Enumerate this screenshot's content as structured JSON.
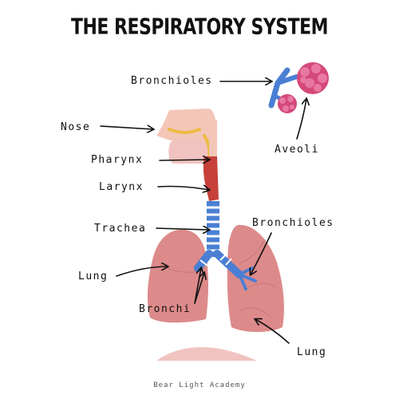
{
  "title": "THE RESPIRATORY SYSTEM",
  "labels": {
    "bronchioles_top": "Bronchioles",
    "aveoli": "Aveoli",
    "nose": "Nose",
    "pharynx": "Pharynx",
    "larynx": "Larynx",
    "trachea": "Trachea",
    "bronchioles_right": "Bronchioles",
    "lung_left": "Lung",
    "bronchi": "Bronchi",
    "lung_right": "Lung"
  },
  "footer": "Bear Light Academy",
  "colors": {
    "lung": "#dd8a8a",
    "lung_light": "#e8a9a6",
    "airway_blue": "#4a7fd4",
    "larynx_red": "#c7403a",
    "alveoli_pink": "#d4487a",
    "nose_tan": "#f3c6b8",
    "cartilage_yellow": "#ecbb43",
    "diaphragm": "#f1c3c0"
  }
}
